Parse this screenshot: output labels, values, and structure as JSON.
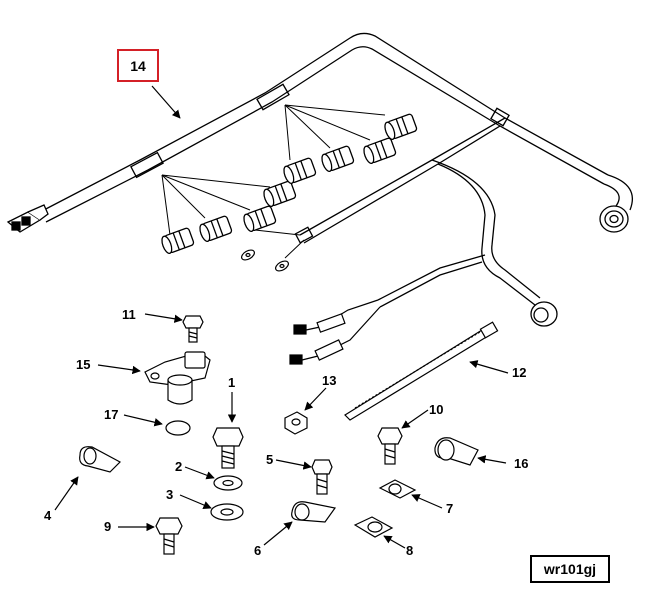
{
  "highlight_label": "14",
  "reference_id": "wr101gj",
  "highlight_color": "#d42027",
  "callouts": {
    "c1": "1",
    "c2": "2",
    "c3": "3",
    "c4": "4",
    "c5": "5",
    "c6": "6",
    "c7": "7",
    "c8": "8",
    "c9": "9",
    "c10": "10",
    "c11": "11",
    "c12": "12",
    "c13": "13",
    "c15": "15",
    "c16": "16",
    "c17": "17"
  }
}
